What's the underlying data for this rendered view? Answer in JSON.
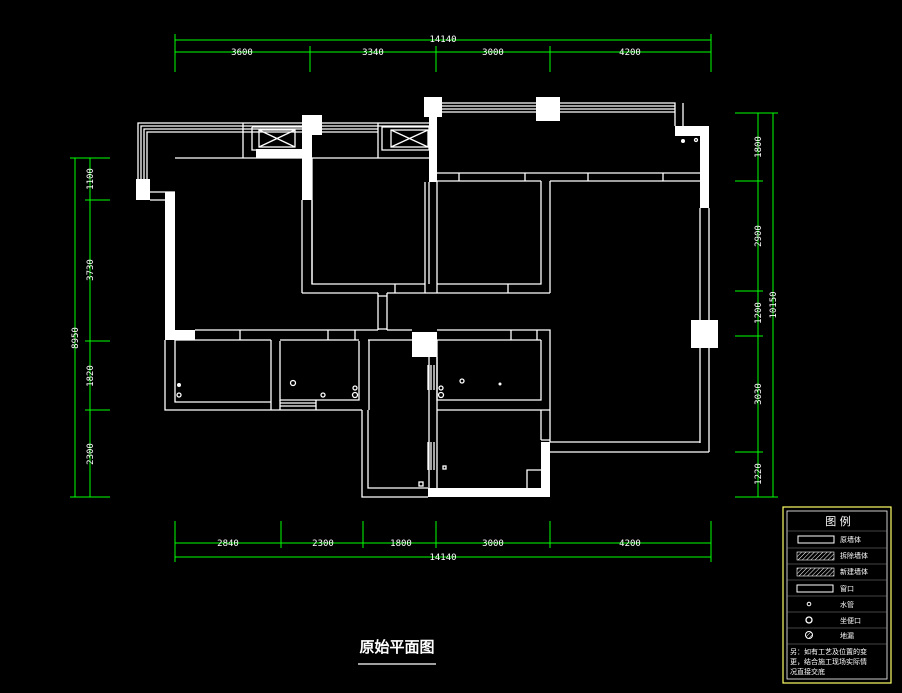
{
  "title": "原始平面图",
  "dimensions": {
    "top_total": "14140",
    "top": [
      "3600",
      "3340",
      "3000",
      "4200"
    ],
    "bottom": [
      "2840",
      "2300",
      "1800",
      "3000",
      "4200"
    ],
    "bottom_total": "14140",
    "left_total": "8950",
    "left": [
      "1100",
      "3730",
      "1820",
      "2300"
    ],
    "right_total": "10150",
    "right": [
      "1800",
      "2900",
      "1200",
      "3030",
      "1220"
    ]
  },
  "legend": {
    "heading": "图  例",
    "items": [
      {
        "label": "原墙体",
        "symbol": "original-wall"
      },
      {
        "label": "拆除墙体",
        "symbol": "demolished-wall"
      },
      {
        "label": "新建墙体",
        "symbol": "new-wall"
      },
      {
        "label": "窗口",
        "symbol": "window"
      },
      {
        "label": "水管",
        "symbol": "water-pipe"
      },
      {
        "label": "坐便口",
        "symbol": "toilet-outlet"
      },
      {
        "label": "地漏",
        "symbol": "floor-drain"
      }
    ],
    "note_line1": "另：如有工艺及位置的变",
    "note_line2": "更，结合施工现场实际情",
    "note_line3": "况直接交底"
  },
  "colors": {
    "dimension": "#00ff00",
    "walls": "#ffffff",
    "legend_border": "#ffff66",
    "background": "#000000"
  }
}
